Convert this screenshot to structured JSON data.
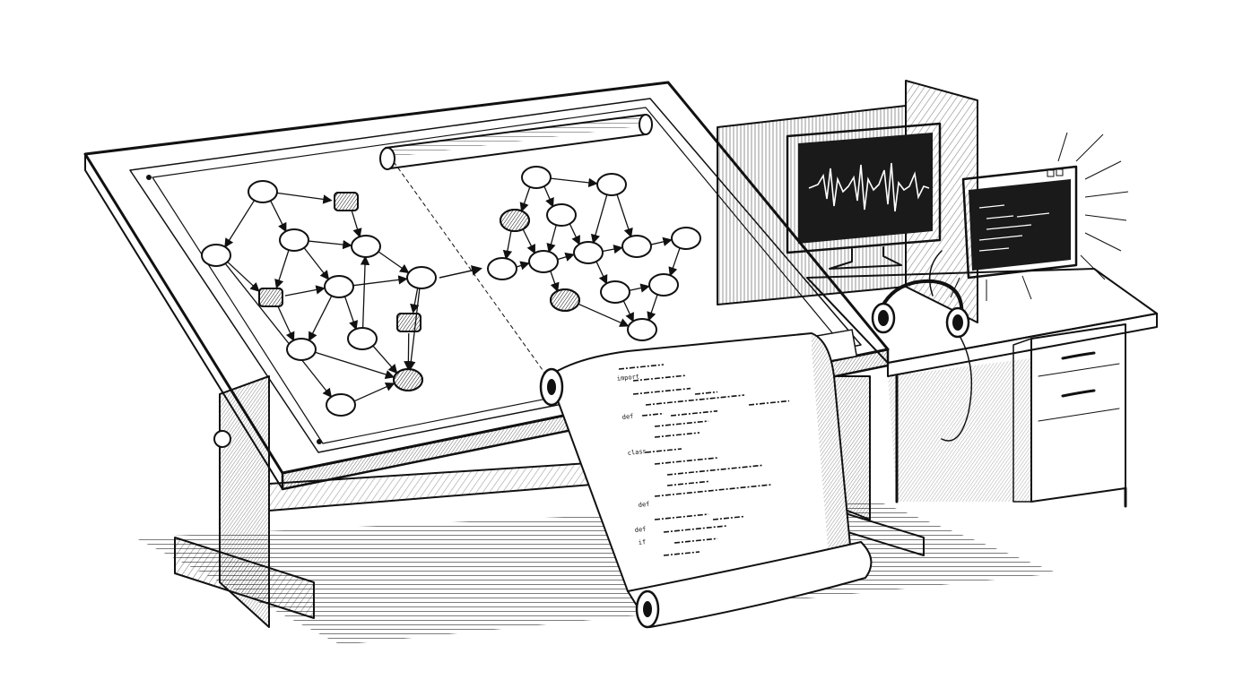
{
  "scroll_code": {
    "keywords": [
      "import",
      "def",
      "class",
      "def",
      "def",
      "if"
    ]
  },
  "colors": {
    "ink": "#111111",
    "paper": "#ffffff",
    "shade": "#bdbdbd",
    "screen": "#1a1a1a",
    "waveform": "#ffffff"
  },
  "icons": [
    "waveform-monitor",
    "terminal-window",
    "headphones-icon",
    "graph-diagram"
  ]
}
